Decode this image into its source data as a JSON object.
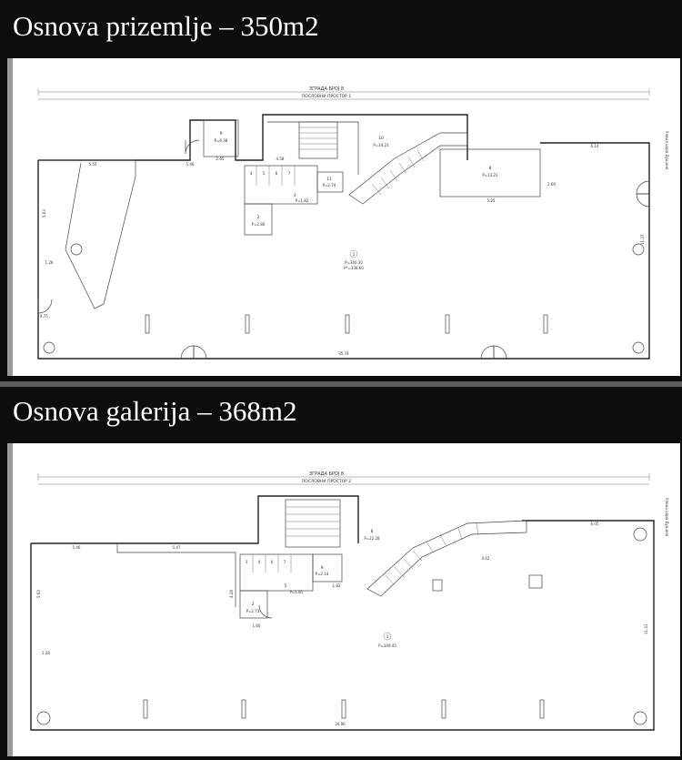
{
  "panels": [
    {
      "title": "Osnova prizemlje – 350m2",
      "header_building": "ЗГРАДА БРОЈ 8",
      "header_space": "ПОСЛОВНИ ПРОСТОР 1",
      "street": "Улица цара Душана",
      "rooms": {
        "r1": "1",
        "r1_area": "P=340.30",
        "r1_area2": "P*=338.60",
        "r2": "2",
        "r2_area": "P=2.80",
        "r3": "3",
        "r3_area": "P=1.82",
        "r4": "4",
        "r5": "5",
        "r6": "6",
        "r7": "7",
        "r8": "8",
        "r8_area": "P=13.23",
        "r9": "9",
        "r9_area": "P=6.38",
        "r10": "10",
        "r10_area": "P=34.23",
        "r11": "11",
        "r11_area": "P=2.74"
      },
      "dims": {
        "bottom": "35.74",
        "left": "5.63",
        "right": "11.37",
        "a": "5.55",
        "b": "5.46",
        "c": "4.58",
        "d": "6.14",
        "e": "2.65",
        "f": "1.26",
        "g": "4.75",
        "h": "5.25",
        "i": "2.69"
      }
    },
    {
      "title": "Osnova galerija – 368m2",
      "header_building": "ЗГРАДА БРОЈ 8",
      "header_space": "ПОСЛОВНИ ПРОСТОР 2",
      "street": "Улица цара Душана",
      "rooms": {
        "r1": "1",
        "r1_area": "P=349.45",
        "r2": "2",
        "r2_area": "P=2.73",
        "r3": "3",
        "r4": "4",
        "r5": "5",
        "r5_area": "P=1.81",
        "r6": "6",
        "r7": "7",
        "r8": "8",
        "r8_area": "P=22.28",
        "r9": "9",
        "r9_area": "P=2.14"
      },
      "dims": {
        "bottom": "34.96",
        "left": "5.63",
        "right": "11.41",
        "a": "5.46",
        "b": "5.47",
        "c": "4.28",
        "d": "6.05",
        "e": "4.62",
        "f": "1.28",
        "g": "1.60",
        "h": "1.82"
      }
    }
  ]
}
